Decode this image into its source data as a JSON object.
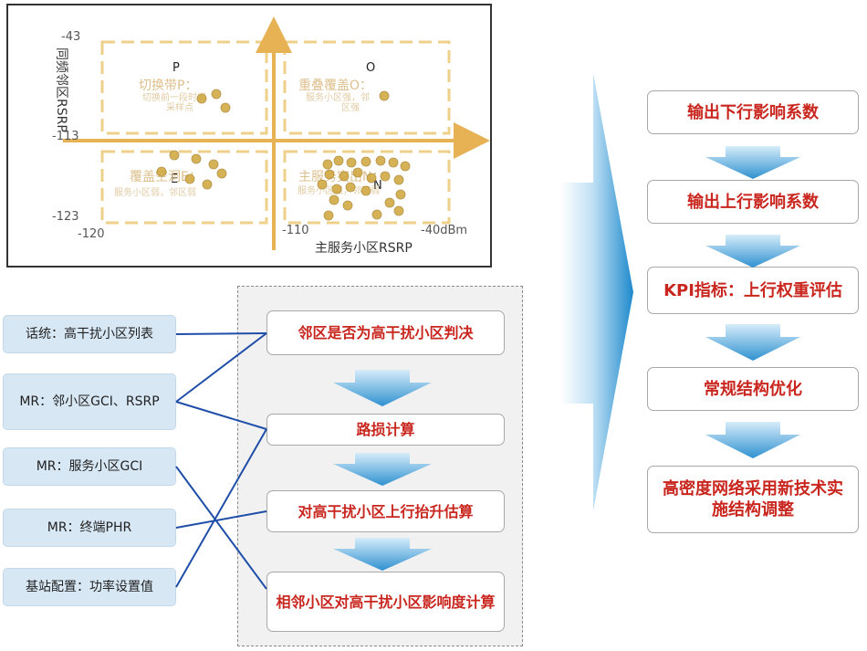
{
  "chart": {
    "y_top": "-43",
    "y_mid": "-113",
    "y_bottom": "-123",
    "x_left": "-120",
    "x_mid": "-110",
    "x_right": "-40dBm",
    "x_axis_label": "主服务小区RSRP",
    "y_axis_label": "同频邻区RSRP",
    "quadrants": {
      "p": {
        "letter": "P",
        "title": "切换带P：",
        "desc1": "切换前一段时间",
        "desc2": "采样点"
      },
      "o": {
        "letter": "O",
        "title": "重叠覆盖O：",
        "desc1": "服务小区强，邻",
        "desc2": "区强"
      },
      "e": {
        "letter": "E",
        "title": "覆盖空洞E：",
        "desc1": "服务小区弱，邻区弱",
        "desc2": ""
      },
      "n": {
        "letter": "N",
        "title": "主服务突出N：",
        "desc1": "服务小区强，邻区弱",
        "desc2": ""
      }
    },
    "colors": {
      "dash": "#eed08a",
      "axis": "#e6b254",
      "text": "#ddc08e",
      "dot": "#cfa53a"
    }
  },
  "inputs": [
    {
      "text": "话统：高干扰小区列表"
    },
    {
      "text": "MR：邻小区GCI、RSRP"
    },
    {
      "text": "MR：服务小区GCI"
    },
    {
      "text": "MR：终端PHR"
    },
    {
      "text": "基站配置：功率设置值"
    }
  ],
  "steps": [
    {
      "text": "邻区是否为高干扰小区判决"
    },
    {
      "text": "路损计算"
    },
    {
      "text": "对高干扰小区上行抬升估算"
    },
    {
      "text": "相邻小区对高干扰小区影响度计算"
    }
  ],
  "outputs": [
    {
      "text": "输出下行影响系数"
    },
    {
      "text": "输出上行影响系数"
    },
    {
      "text": "KPI指标：上行权重评估"
    },
    {
      "text": "常规结构优化"
    },
    {
      "text": "高密度网络采用新技术实施结构调整"
    }
  ],
  "colors": {
    "step_text": "#c8261e",
    "input_bg": "#d7e7f4",
    "connector": "#1f4ea8",
    "arrow": "#3d9fd6"
  }
}
